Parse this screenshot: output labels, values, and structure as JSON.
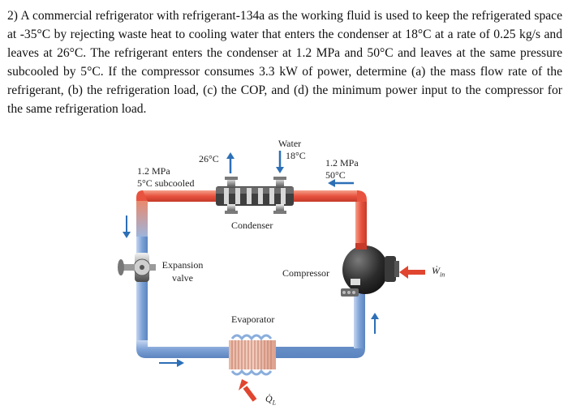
{
  "problem": {
    "text": "2) A commercial refrigerator with refrigerant-134a as the working fluid is used to keep the refrigerated space at -35°C by rejecting waste heat to cooling water that enters the condenser at 18°C at a rate of 0.25 kg/s and leaves at 26°C. The refrigerant enters the condenser at 1.2 MPa and 50°C and leaves at the same pressure subcooled by 5°C. If the compressor consumes 3.3 kW of power, determine (a) the mass flow rate of the refrigerant, (b) the refrigeration load, (c) the COP, and (d) the minimum power input to the compressor for the same refrigeration load."
  },
  "diagram": {
    "water_label": "Water",
    "water_in_temp": "18°C",
    "water_out_temp": "26°C",
    "condenser_in_pressure": "1.2 MPa",
    "condenser_in_temp": "50°C",
    "condenser_out_pressure": "1.2 MPa",
    "condenser_out_state": "5°C subcooled",
    "condenser_label": "Condenser",
    "expansion_valve_line1": "Expansion",
    "expansion_valve_line2": "valve",
    "compressor_label": "Compressor",
    "evaporator_label": "Evaporator",
    "work_in_symbol": "Ẇ",
    "work_in_subscript": "in",
    "heat_in_symbol": "Q̇",
    "heat_in_subscript": "L"
  },
  "colors": {
    "hot_pipe": "#e8533f",
    "hot_pipe_light": "#f08a6e",
    "cold_pipe": "#7fa3d6",
    "cold_pipe_light": "#a9c2e8",
    "arrow_blue": "#2c6fb7",
    "arrow_red": "#e0452f"
  }
}
